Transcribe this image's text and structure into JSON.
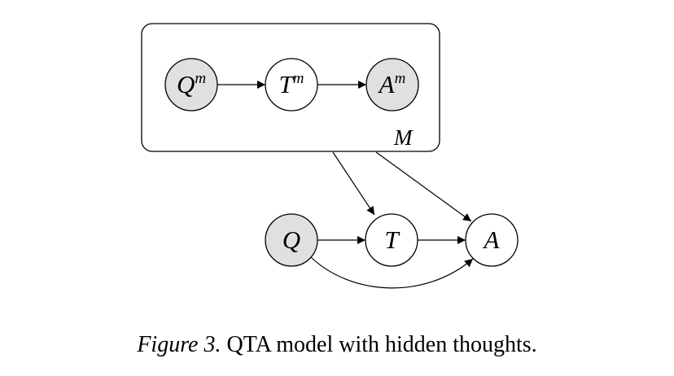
{
  "colors": {
    "observed_fill": "#e0e0e0",
    "hidden_fill": "#ffffff",
    "stroke": "#000000"
  },
  "plate": {
    "label": "M"
  },
  "nodes": [
    {
      "id": "Qm",
      "base": "Q",
      "sup": "m",
      "observed": true
    },
    {
      "id": "Tm",
      "base": "T",
      "sup": "m",
      "observed": false
    },
    {
      "id": "Am",
      "base": "A",
      "sup": "m",
      "observed": true
    },
    {
      "id": "Q",
      "base": "Q",
      "sup": "",
      "observed": true
    },
    {
      "id": "T",
      "base": "T",
      "sup": "",
      "observed": false
    },
    {
      "id": "A",
      "base": "A",
      "sup": "",
      "observed": false
    }
  ],
  "edges": [
    {
      "from": "Qm",
      "to": "Tm"
    },
    {
      "from": "Tm",
      "to": "Am"
    },
    {
      "from": "plate",
      "to": "T"
    },
    {
      "from": "plate",
      "to": "A"
    },
    {
      "from": "Q",
      "to": "T"
    },
    {
      "from": "T",
      "to": "A"
    },
    {
      "from": "Q",
      "to": "A"
    }
  ],
  "caption": {
    "label": "Figure 3.",
    "text": "QTA model with hidden thoughts."
  }
}
